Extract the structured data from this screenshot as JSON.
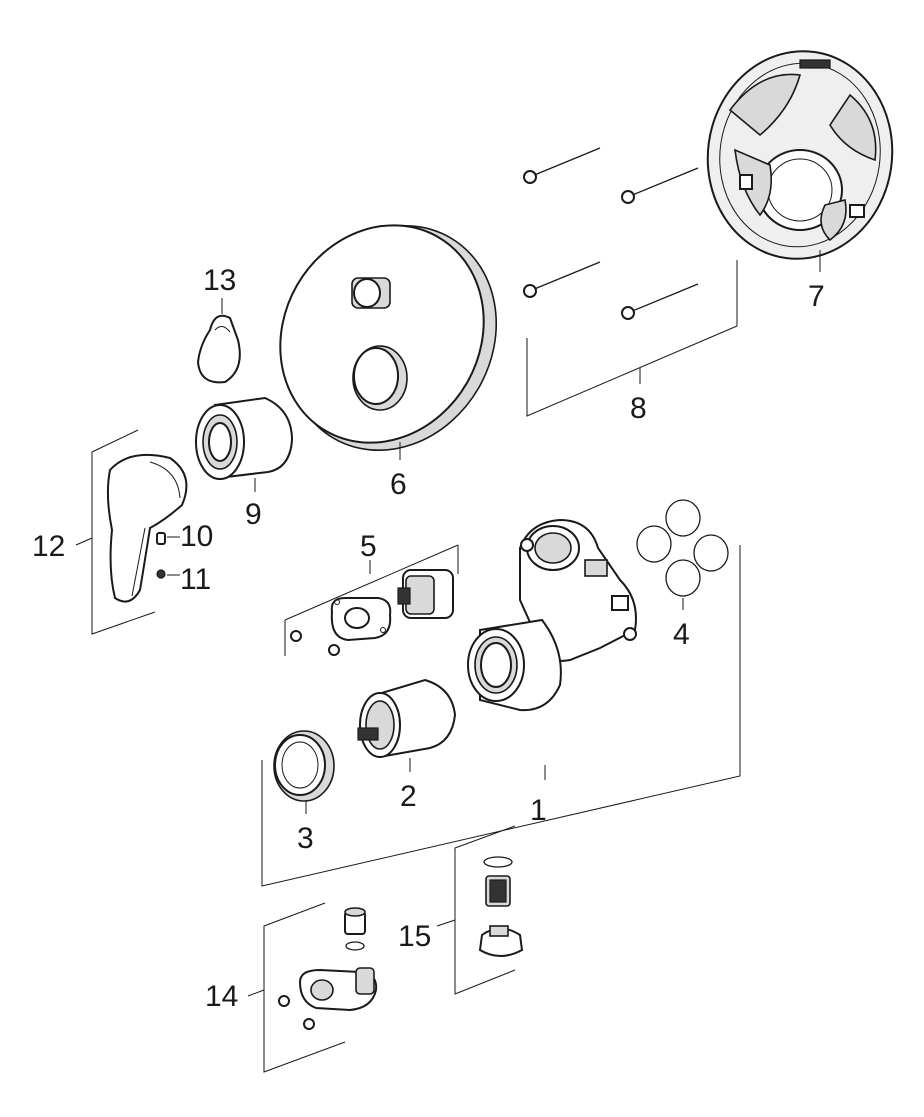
{
  "diagram": {
    "type": "exploded-parts-view",
    "parts": [
      {
        "id": "1",
        "label": "1"
      },
      {
        "id": "2",
        "label": "2"
      },
      {
        "id": "3",
        "label": "3"
      },
      {
        "id": "4",
        "label": "4"
      },
      {
        "id": "5",
        "label": "5"
      },
      {
        "id": "6",
        "label": "6"
      },
      {
        "id": "7",
        "label": "7"
      },
      {
        "id": "8",
        "label": "8"
      },
      {
        "id": "9",
        "label": "9"
      },
      {
        "id": "10",
        "label": "10"
      },
      {
        "id": "11",
        "label": "11"
      },
      {
        "id": "12",
        "label": "12"
      },
      {
        "id": "13",
        "label": "13"
      },
      {
        "id": "14",
        "label": "14"
      },
      {
        "id": "15",
        "label": "15"
      }
    ]
  }
}
